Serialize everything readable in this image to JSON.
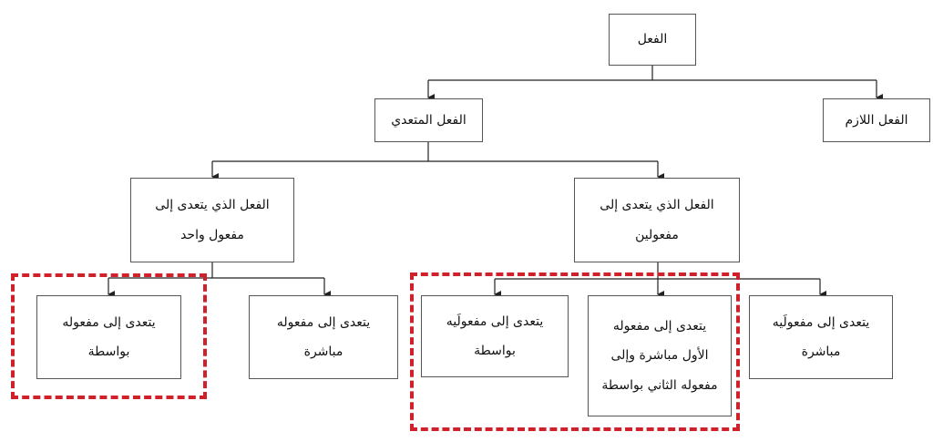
{
  "nodes": {
    "root": "الفعل",
    "transitive": "الفعل المتعدي",
    "intransitive": "الفعل اللازم",
    "one_object": "الفعل الذي يتعدى إلى مفعول واحد",
    "two_objects": "الفعل الذي يتعدى إلى مفعولين",
    "one_indirect": "يتعدى إلى مفعوله بواسطة",
    "one_direct": "يتعدى إلى مفعوله مباشرة",
    "two_indirect": "يتعدى إلى مفعولَيه بواسطة",
    "two_mixed": "يتعدى إلى مفعوله الأول مباشرة وإلى مفعوله الثاني بواسطة",
    "two_direct": "يتعدى إلى مفعولَيه مباشرة"
  },
  "colors": {
    "highlight": "#d0212a",
    "border": "#555555"
  }
}
